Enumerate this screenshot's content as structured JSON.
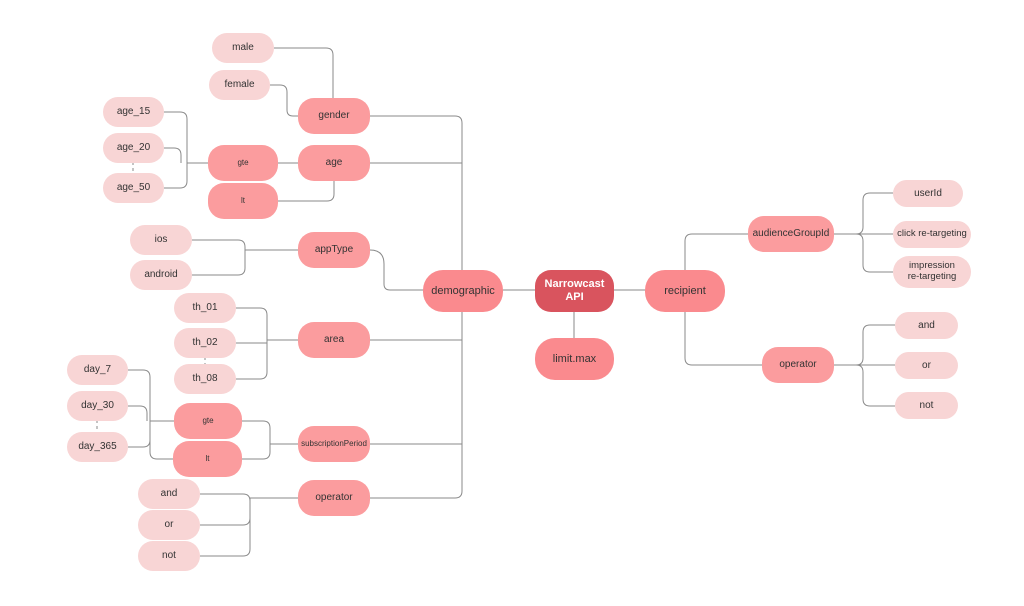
{
  "diagram": {
    "root": "Narrowcast API",
    "limit": "limit.max",
    "demographic": {
      "label": "demographic",
      "gender": {
        "label": "gender",
        "values": [
          "male",
          "female"
        ]
      },
      "age": {
        "label": "age",
        "gte": "gte",
        "lt": "lt",
        "values": [
          "age_15",
          "age_20",
          "age_50"
        ]
      },
      "appType": {
        "label": "appType",
        "values": [
          "ios",
          "android"
        ]
      },
      "area": {
        "label": "area",
        "values": [
          "th_01",
          "th_02",
          "th_08"
        ]
      },
      "subscriptionPeriod": {
        "label": "subscriptionPeriod",
        "gte": "gte",
        "lt": "lt",
        "values": [
          "day_7",
          "day_30",
          "day_365"
        ]
      },
      "operator": {
        "label": "operator",
        "values": [
          "and",
          "or",
          "not"
        ]
      }
    },
    "recipient": {
      "label": "recipient",
      "audienceGroupId": {
        "label": "audienceGroupId",
        "values": [
          "userId",
          "click re-targeting",
          "impression\nre-targeting"
        ]
      },
      "operator": {
        "label": "operator",
        "values": [
          "and",
          "or",
          "not"
        ]
      }
    }
  },
  "colors": {
    "root": "#d9545e",
    "primary": "#fa8a8e",
    "secondary": "#fb9c9e",
    "leaf": "#f8d5d5",
    "connector": "#8a8a8a"
  }
}
